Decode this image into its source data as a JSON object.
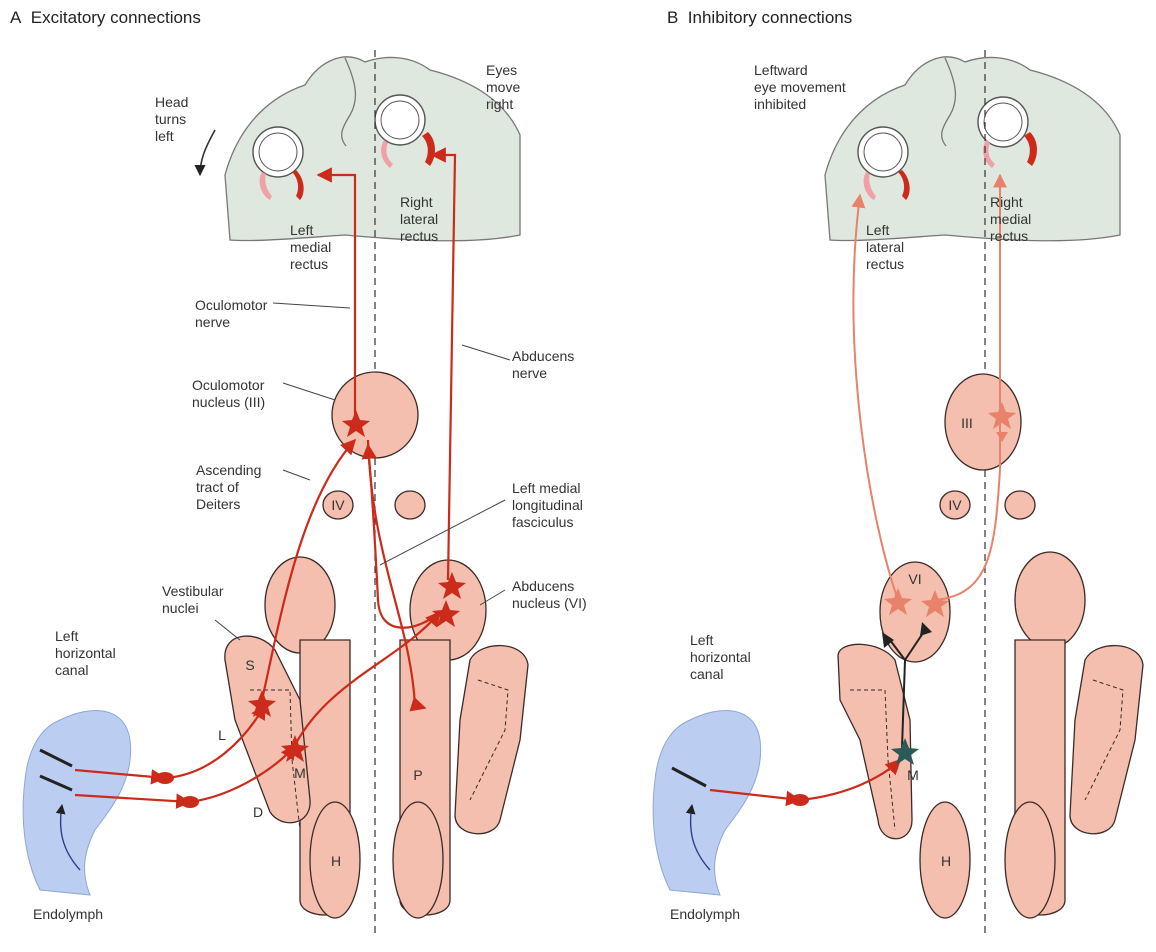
{
  "panel_a": {
    "letter": "A",
    "title": "Excitatory connections",
    "labels": {
      "head_turns": "Head\nturns\nleft",
      "eyes_move": "Eyes\nmove\nright",
      "left_medial_rectus": "Left\nmedial\nrectus",
      "right_lateral_rectus": "Right\nlateral\nrectus",
      "oculomotor_nerve": "Oculomotor\nnerve",
      "abducens_nerve": "Abducens\nnerve",
      "oculomotor_nucleus": "Oculomotor\nnucleus (III)",
      "ascending_tract": "Ascending\ntract of\nDeiters",
      "left_mlf": "Left medial\nlongitudinal\nfasciculus",
      "vestibular_nuclei": "Vestibular\nnuclei",
      "abducens_nucleus": "Abducens\nnucleus (VI)",
      "left_horizontal_canal": "Left\nhorizontal\ncanal",
      "endolymph": "Endolymph"
    },
    "nuclei": {
      "iv": "IV",
      "s": "S",
      "l": "L",
      "m": "M",
      "d": "D",
      "h": "H",
      "p": "P"
    }
  },
  "panel_b": {
    "letter": "B",
    "title": "Inhibitory connections",
    "labels": {
      "leftward_inhibited": "Leftward\neye movement\ninhibited",
      "left_lateral_rectus": "Left\nlateral\nrectus",
      "right_medial_rectus": "Right\nmedial\nrectus",
      "left_horizontal_canal": "Left\nhorizontal\ncanal",
      "endolymph": "Endolymph"
    },
    "nuclei": {
      "iii": "III",
      "iv": "IV",
      "vi": "VI",
      "m": "M",
      "h": "H"
    }
  },
  "colors": {
    "nucleus_fill": "#f4bfae",
    "nucleus_stroke": "#3a2a28",
    "excitatory": "#cc2a1a",
    "inhibitory_light": "#e8826a",
    "inhibitory_neuron": "#2c5a5a",
    "canal": "#bccdf2",
    "head": "#dfe8df"
  }
}
